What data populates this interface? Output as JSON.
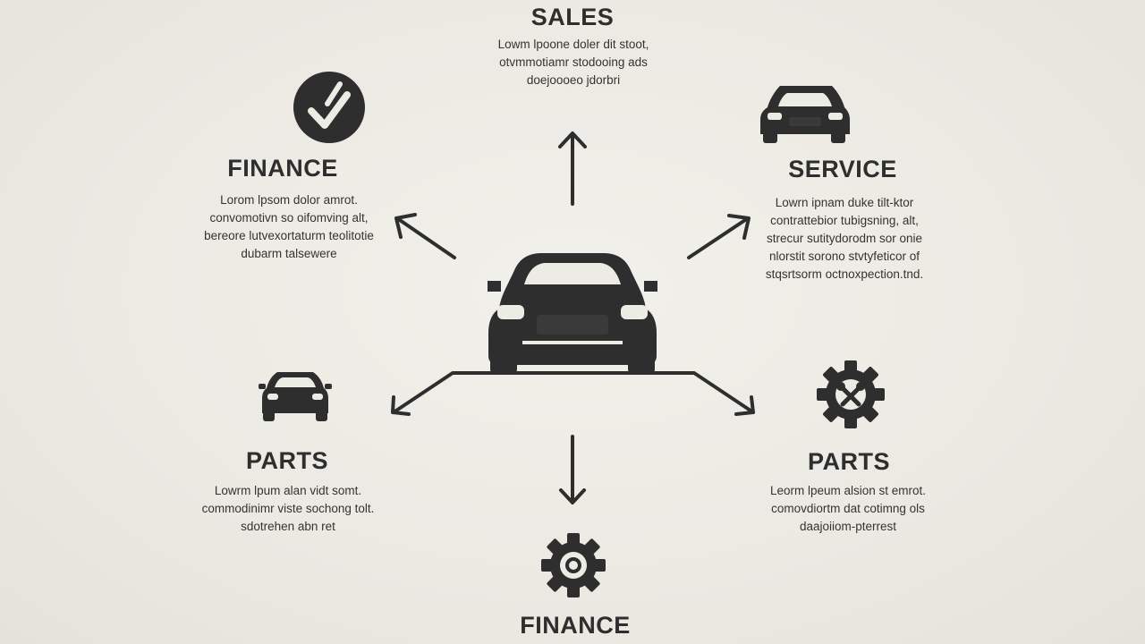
{
  "colors": {
    "ink": "#2e2e2e",
    "background": "#ecebe4"
  },
  "nodes": [
    {
      "id": "sales",
      "title": "SALES",
      "icon": "arrow-up-icon",
      "description": [
        "Lowm lpoone doler dit stoot,",
        "otvmmotiamr stodooing ads",
        "doejoooeo jdorbri"
      ]
    },
    {
      "id": "finance-top-left",
      "title": "FINANCE",
      "icon": "checkmark-circle-icon",
      "description": [
        "Lorom lpsom dolor amrot.",
        "convomotivn so oifomving alt,",
        "bereore lutvexortaturm teolitotie",
        "dubarm talsewere"
      ]
    },
    {
      "id": "service",
      "title": "SERVICE",
      "icon": "car-icon",
      "description": [
        "Lowrn ipnam duke tilt-ktor",
        "contrattebior tubigsning, alt,",
        "strecur sutitydorodm sor onie",
        "nlorstit sorono stvtyfeticor of",
        "stqsrtsorm octnoxpection.tnd."
      ]
    },
    {
      "id": "parts-left",
      "title": "PARTS",
      "icon": "car-icon",
      "description": [
        "Lowrm lpum alan vidt somt.",
        "commodinimr viste sochong tolt.",
        "sdotrehen abn ret"
      ]
    },
    {
      "id": "parts-right",
      "title": "PARTS",
      "icon": "gear-wrench-icon",
      "description": [
        "Leorm lpeum alsion st emrot.",
        "comovdiortm dat cotimng ols",
        "daajoiiom-pterrest"
      ]
    },
    {
      "id": "finance-bottom",
      "title": "FINANCE",
      "icon": "gear-icon",
      "description": []
    }
  ]
}
